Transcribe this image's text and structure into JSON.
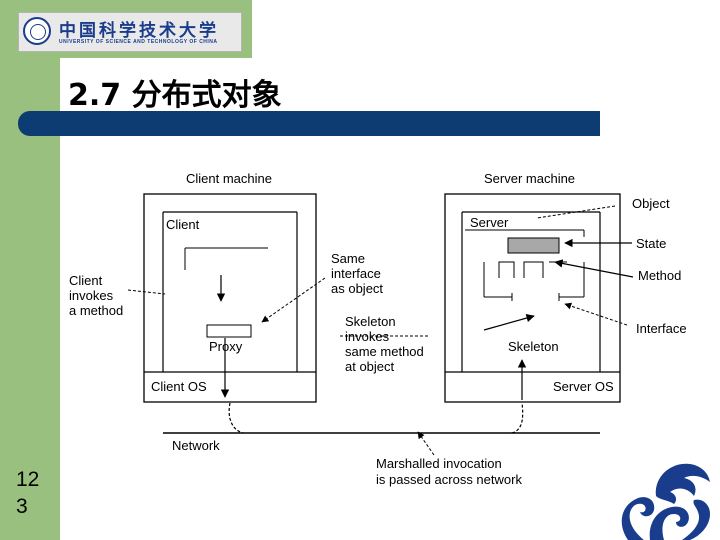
{
  "header": {
    "logo_text": "中国科学技术大学",
    "logo_subtitle": "UNIVERSITY OF SCIENCE AND TECHNOLOGY OF CHINA",
    "title": "2.7 分布式对象"
  },
  "page_number": "12 3",
  "diagram": {
    "client_machine": "Client machine",
    "server_machine": "Server machine",
    "client": "Client",
    "server": "Server",
    "proxy": "Proxy",
    "skeleton": "Skeleton",
    "client_os": "Client OS",
    "server_os": "Server OS",
    "network": "Network",
    "client_invokes": [
      "Client",
      "invokes",
      "a method"
    ],
    "same_interface": [
      "Same",
      "interface",
      "as object"
    ],
    "skeleton_invokes": [
      "Skeleton",
      "invokes",
      "same method",
      "at object"
    ],
    "marshalled": [
      "Marshalled invocation",
      "is passed across network"
    ],
    "object": "Object",
    "state": "State",
    "method": "Method",
    "interface": "Interface"
  },
  "colors": {
    "sidebar": "#99c07e",
    "title_bar": "#0c3c71",
    "logo_blue": "#1a3c8c",
    "state_fill": "#a8a8a8"
  }
}
